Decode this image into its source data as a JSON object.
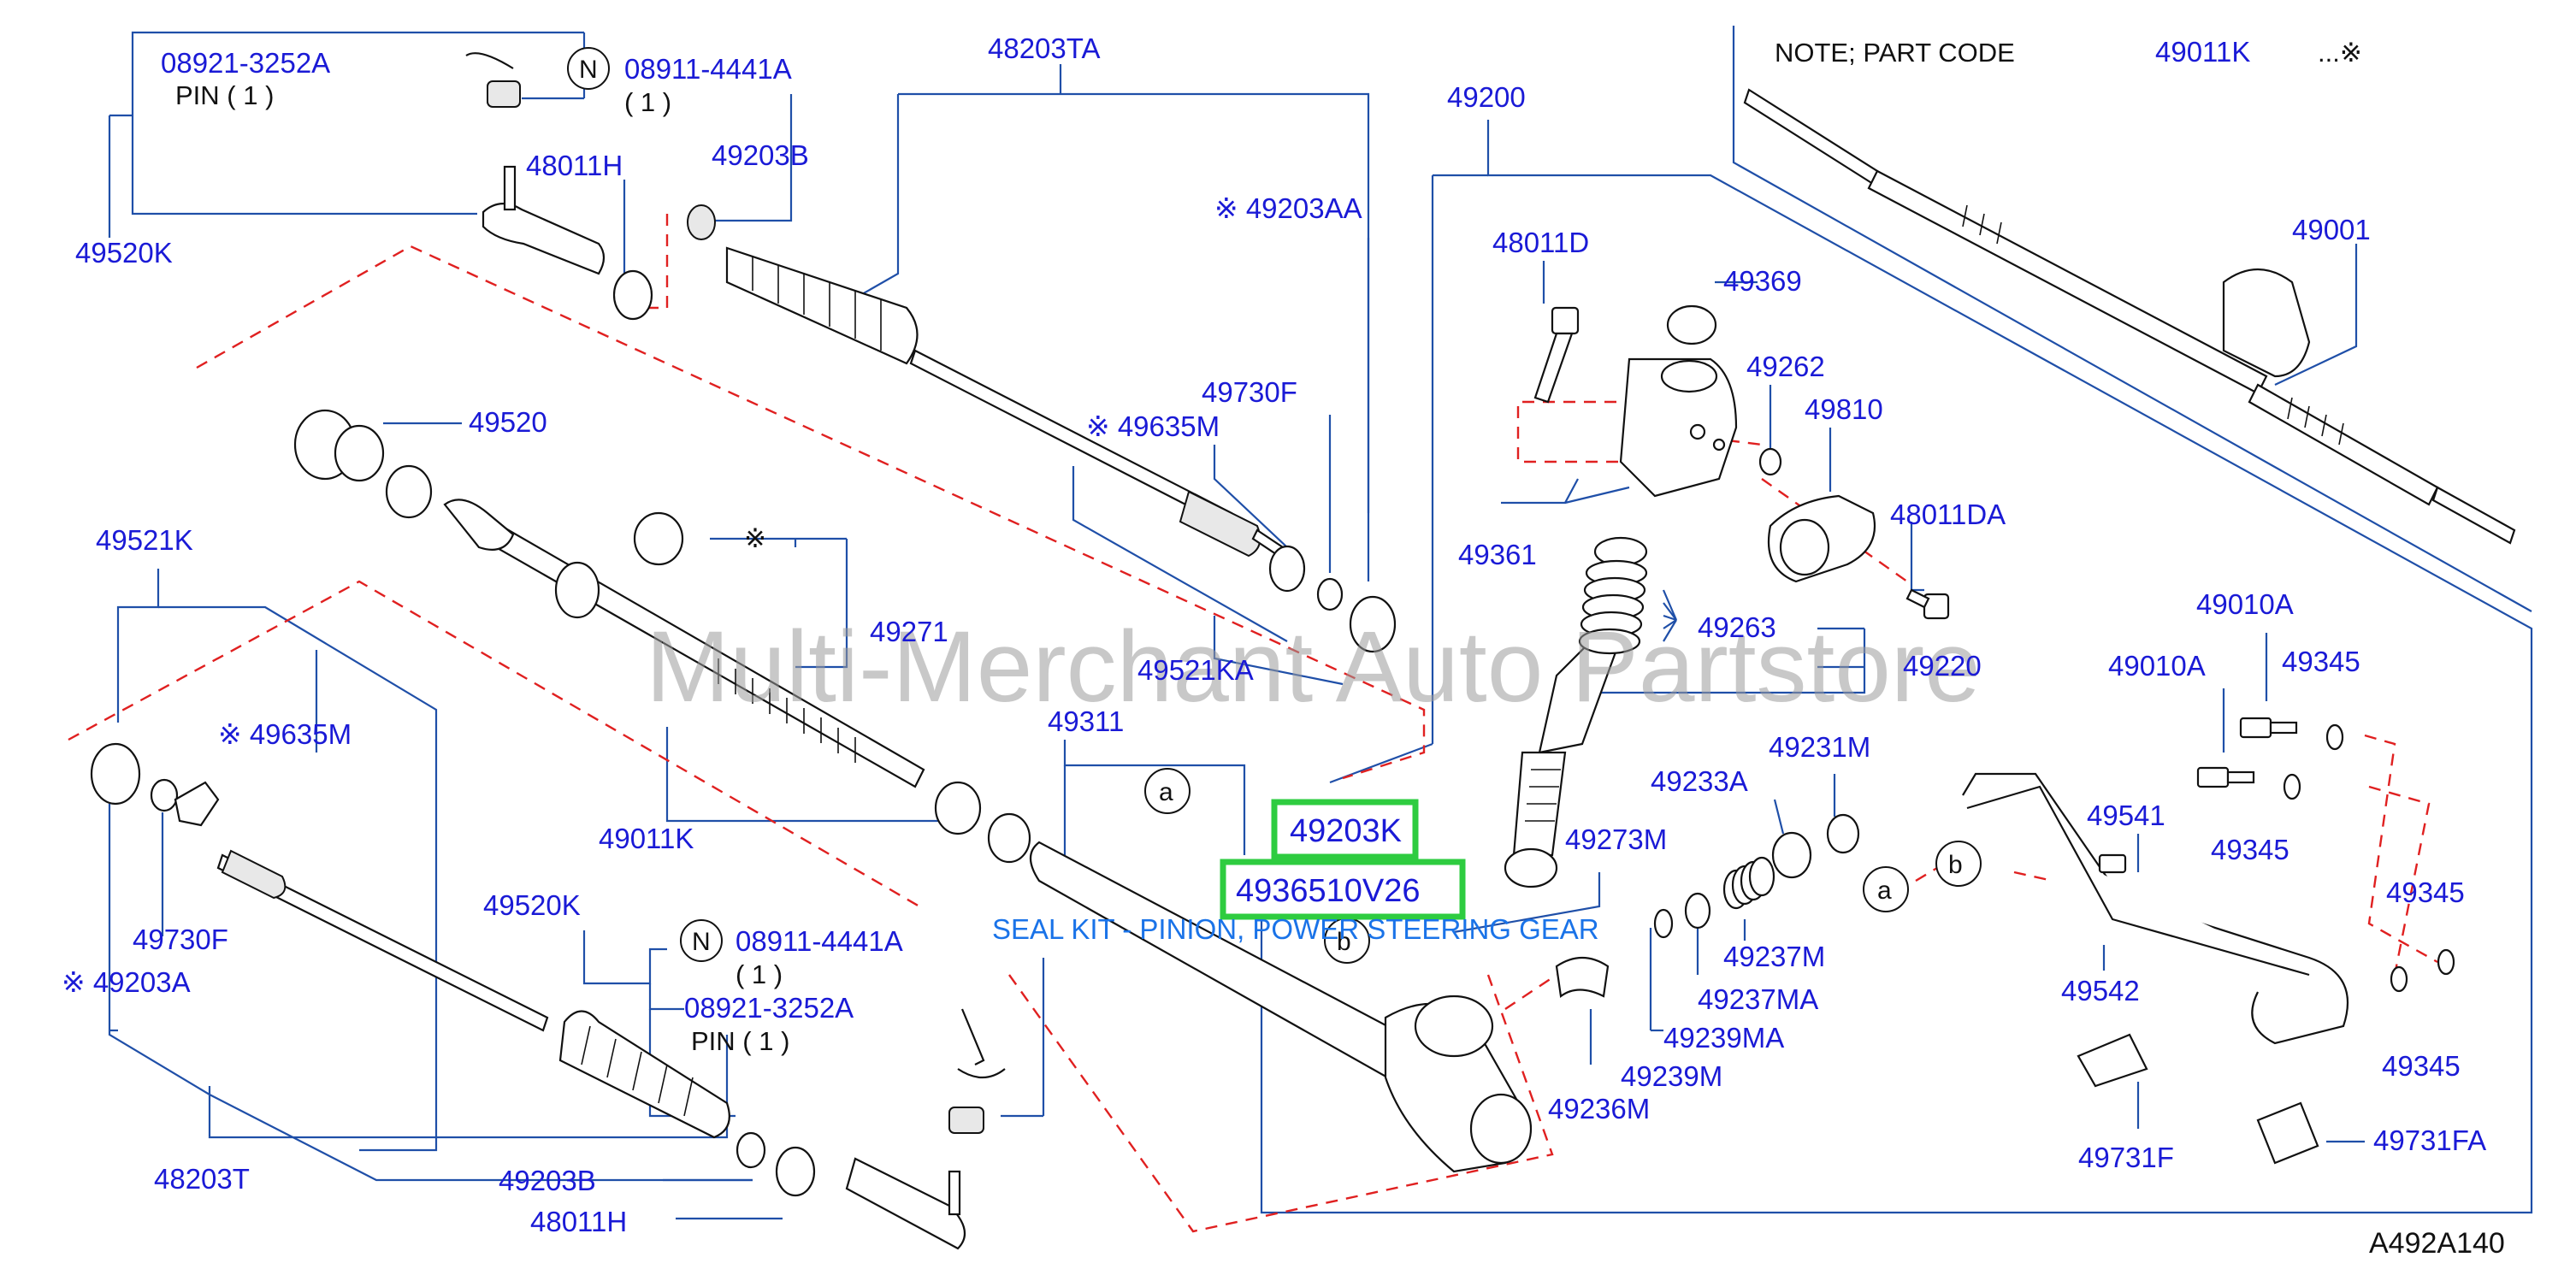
{
  "labels": {
    "l08921_3252A_top": "08921-3252A",
    "pin1_top": "PIN ( 1 )",
    "n_top": "N",
    "l08911_4441A_top": "08911-4441A",
    "qty1_top": "( 1 )",
    "l48203TA": "48203TA",
    "l49200": "49200",
    "note": "NOTE;   PART  CODE",
    "note_code": "49011K",
    "note_mark": "...※",
    "l48011H_top": "48011H",
    "l49203B_top": "49203B",
    "l49203AA": "※ 49203AA",
    "l49520K_left": "49520K",
    "l48011D": "48011D",
    "l49369": "49369",
    "l49001": "49001",
    "l49262": "49262",
    "l49810": "49810",
    "l49730F_top": "49730F",
    "l49635M_top": "※ 49635M",
    "l49520": "49520",
    "l48011DA": "48011DA",
    "l49361": "49361",
    "l49521K": "49521K",
    "l49271_mark": "※",
    "l49271": "49271",
    "l49263": "49263",
    "l49521KA": "49521KA",
    "l49220": "49220",
    "l49010A_1": "49010A",
    "l49010A_2": "49010A",
    "l49345_1": "49345",
    "l49311": "49311",
    "l49635M_left": "※ 49635M",
    "l49231M": "49231M",
    "l49233A": "49233A",
    "l49011K": "49011K",
    "l49203K": "49203K",
    "l49273M": "49273M",
    "l49541": "49541",
    "l49345_2": "49345",
    "l4936510V26": "4936510V26",
    "subtitle": "SEAL KIT - PINION, POWER STEERING GEAR",
    "l49730F_left": "49730F",
    "l49520K_mid": "49520K",
    "n_mid": "N",
    "l08911_4441A_mid": "08911-4441A",
    "qty1_mid": "( 1 )",
    "l08921_3252A_mid": "08921-3252A",
    "pin1_mid": "PIN  ( 1 )",
    "l49203A": "※ 49203A",
    "l49237M": "49237M",
    "l49237MA": "49237MA",
    "l49239MA": "49239MA",
    "l49239M": "49239M",
    "l49542": "49542",
    "l49345_3": "49345",
    "l49345_4": "49345",
    "l48203T": "48203T",
    "l49203B_bottom": "49203B",
    "l49236M": "49236M",
    "l48011H_bottom": "48011H",
    "l49731F": "49731F",
    "l49731FA": "49731FA",
    "ref_code": "A492A140",
    "watermark": "Multi-Merchant Auto Partstore",
    "callout_a": "a",
    "callout_b": "b"
  },
  "colors": {
    "label": "#1a1ad6",
    "leader": "#1f4fa8",
    "dashed": "#e02020",
    "highlight_box": "#2ecc40",
    "subtitle": "#1a73e8"
  },
  "highlighted": [
    "49203K",
    "4936510V26"
  ]
}
